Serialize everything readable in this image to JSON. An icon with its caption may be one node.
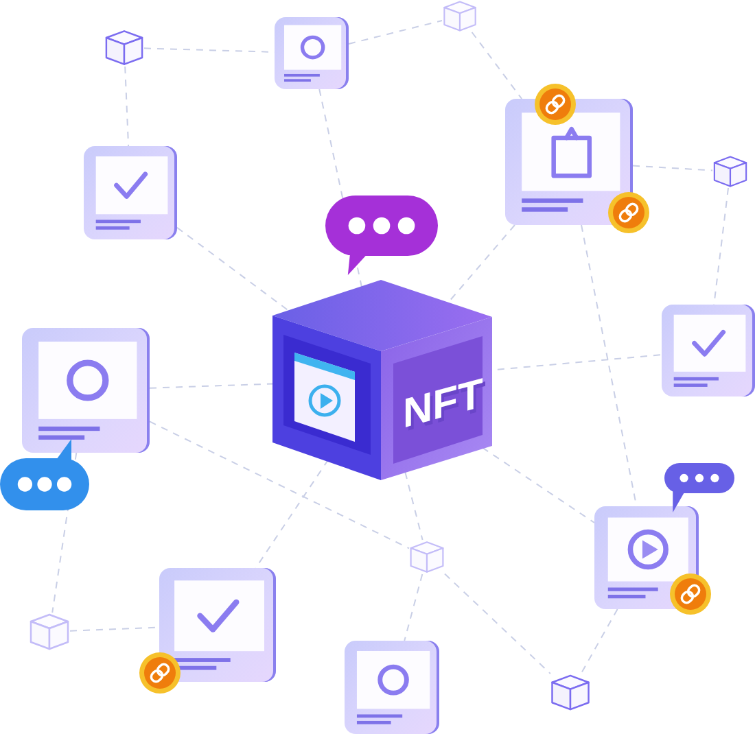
{
  "diagram": {
    "nodes": [
      {
        "text": [],
        "shape": "cube"
      },
      {
        "text": [],
        "shape": "picture"
      },
      {
        "text": [],
        "shape": "cube"
      },
      {
        "text": [],
        "shape": "picture"
      },
      {
        "text": [],
        "shape": "picture"
      },
      {
        "text": [],
        "shape": "cube"
      },
      {
        "text": [],
        "shape": "picture"
      },
      {
        "text": [
          "NFT"
        ]
      },
      {
        "text": [],
        "shape": "picture"
      },
      {
        "text": [],
        "shape": "picture"
      },
      {
        "text": [],
        "shape": "cube"
      },
      {
        "text": [],
        "shape": "cube"
      },
      {
        "text": [],
        "shape": "picture"
      },
      {
        "text": [],
        "shape": "picture"
      },
      {
        "text": [],
        "shape": "cube"
      }
    ],
    "edges": [
      {
        "from": 0,
        "to": 1,
        "arrow": "none",
        "style": "dashed"
      },
      {
        "from": 1,
        "to": 2,
        "arrow": "none",
        "style": "dashed"
      },
      {
        "from": 0,
        "to": 3,
        "arrow": "none",
        "style": "dashed"
      },
      {
        "from": 2,
        "to": 4,
        "arrow": "none",
        "style": "dashed"
      },
      {
        "from": 1,
        "to": 7,
        "arrow": "none",
        "style": "dashed"
      },
      {
        "from": 3,
        "to": 7,
        "arrow": "none",
        "style": "dashed"
      },
      {
        "from": 4,
        "to": 7,
        "arrow": "none",
        "style": "dashed"
      },
      {
        "from": 4,
        "to": 5,
        "arrow": "none",
        "style": "dashed"
      },
      {
        "from": 5,
        "to": 8,
        "arrow": "none",
        "style": "dashed"
      },
      {
        "from": 4,
        "to": 9,
        "arrow": "none",
        "style": "dashed"
      },
      {
        "from": 6,
        "to": 7,
        "arrow": "none",
        "style": "dashed"
      },
      {
        "from": 7,
        "to": 8,
        "arrow": "none",
        "style": "dashed"
      },
      {
        "from": 6,
        "to": 11,
        "arrow": "none",
        "style": "dashed"
      },
      {
        "from": 6,
        "to": 10,
        "arrow": "none",
        "style": "dashed"
      },
      {
        "from": 7,
        "to": 9,
        "arrow": "none",
        "style": "dashed"
      },
      {
        "from": 7,
        "to": 10,
        "arrow": "none",
        "style": "dashed"
      },
      {
        "from": 7,
        "to": 12,
        "arrow": "none",
        "style": "dashed"
      },
      {
        "from": 11,
        "to": 12,
        "arrow": "none",
        "style": "dashed"
      },
      {
        "from": 10,
        "to": 13,
        "arrow": "none",
        "style": "dashed"
      },
      {
        "from": 10,
        "to": 14,
        "arrow": "none",
        "style": "dashed"
      },
      {
        "from": 9,
        "to": 14,
        "arrow": "none",
        "style": "dashed"
      }
    ]
  }
}
